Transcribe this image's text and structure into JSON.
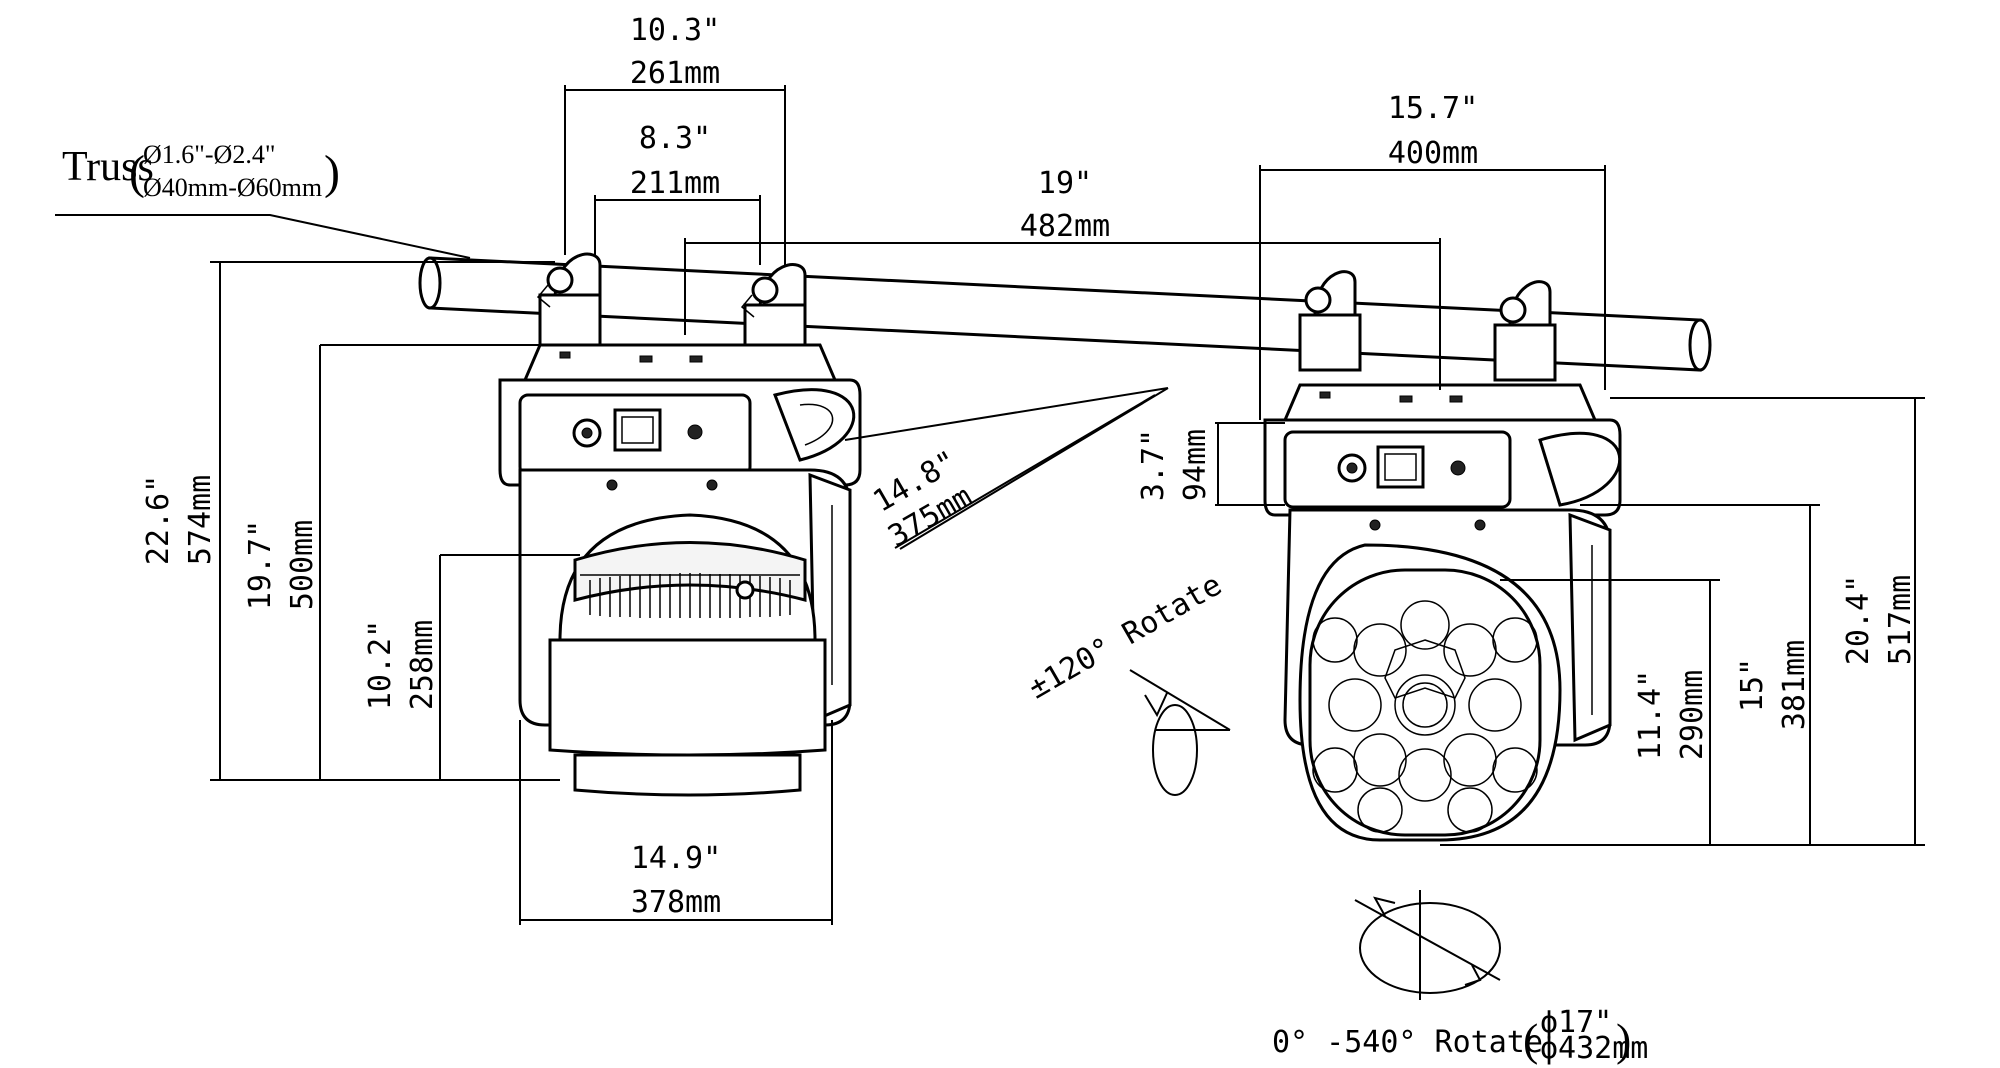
{
  "truss": {
    "label": "Truss",
    "inch": "Ø1.6\"-Ø2.4\"",
    "mm": "Ø40mm-Ø60mm"
  },
  "dims": {
    "clamp_outer_in": "10.3\"",
    "clamp_outer_mm": "261mm",
    "clamp_inner_in": "8.3\"",
    "clamp_inner_mm": "211mm",
    "center_span_in": "19\"",
    "center_span_mm": "482mm",
    "right_width_in": "15.7\"",
    "right_width_mm": "400mm",
    "total_height_in": "22.6\"",
    "total_height_mm": "574mm",
    "body_height_in": "19.7\"",
    "body_height_mm": "500mm",
    "head_height_in": "10.2\"",
    "head_height_mm": "258mm",
    "base_width_in": "14.9\"",
    "base_width_mm": "378mm",
    "depth_in": "14.8\"",
    "depth_mm": "375mm",
    "yoke_offset_in": "3.7\"",
    "yoke_offset_mm": "94mm",
    "lens_height_in": "11.4\"",
    "lens_height_mm": "290mm",
    "arm_height_in": "15\"",
    "arm_height_mm": "381mm",
    "right_height_in": "20.4\"",
    "right_height_mm": "517mm"
  },
  "tilt": {
    "label": "±120° Rotate"
  },
  "pan": {
    "label": "0° -540° Rotate",
    "dia_in": "ϕ17\"",
    "dia_mm": "ϕ432mm"
  }
}
